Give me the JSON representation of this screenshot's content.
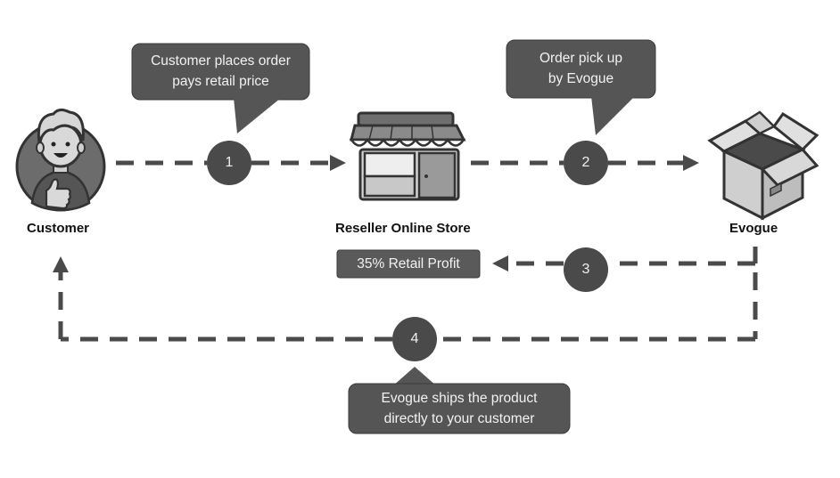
{
  "nodes": {
    "customer": {
      "label": "Customer"
    },
    "store": {
      "label": "Reseller Online Store"
    },
    "evogue": {
      "label": "Evogue"
    }
  },
  "steps": [
    {
      "number": "1"
    },
    {
      "number": "2"
    },
    {
      "number": "3"
    },
    {
      "number": "4"
    }
  ],
  "callouts": {
    "order": {
      "line1": "Customer places order",
      "line2": "pays retail price"
    },
    "pickup": {
      "line1": "Order pick up",
      "line2": "by Evogue"
    },
    "ship": {
      "line1": "Evogue ships the product",
      "line2": "directly to your customer"
    }
  },
  "profit_box": {
    "text": "35% Retail Profit"
  },
  "colors": {
    "dash_line": "#4a4a4a",
    "callout_fill": "#555555",
    "step_circle": "#4a4a4a",
    "profit_fill": "#5a5a5a"
  }
}
